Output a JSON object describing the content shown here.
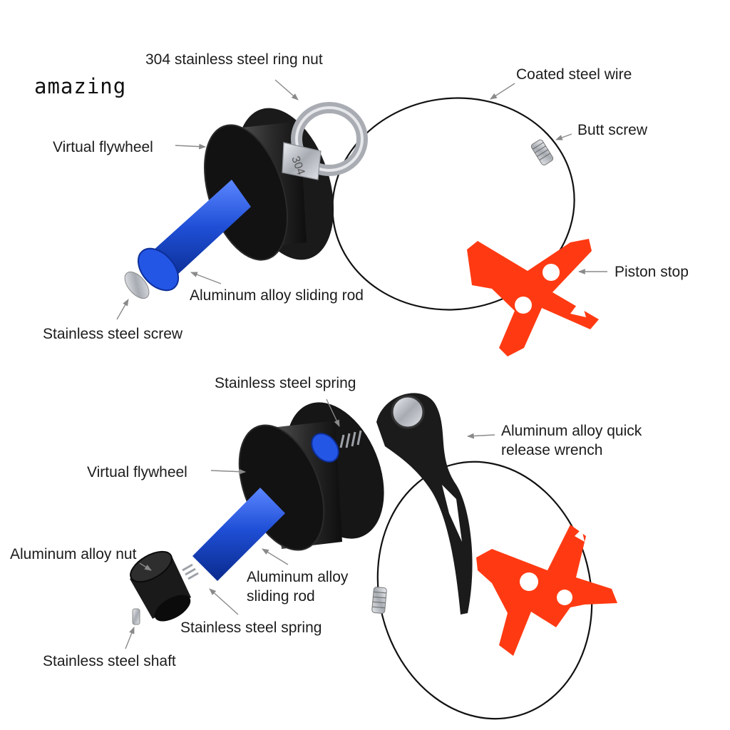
{
  "brand": "amazing",
  "colors": {
    "rod_blue": "#1f4fd6",
    "piston_stop_red": "#ff3a12",
    "flywheel_black": "#141414",
    "steel": "#b9bcc2",
    "wire": "#111111",
    "callout_arrow": "#8a8a8a"
  },
  "top": {
    "labels": {
      "ring_nut": "304 stainless steel ring nut",
      "coated_wire": "Coated steel wire",
      "butt_screw": "Butt screw",
      "flywheel": "Virtual flywheel",
      "piston_stop": "Piston stop",
      "sliding_rod": "Aluminum alloy sliding rod",
      "screw": "Stainless steel screw"
    },
    "ring_nut_engraving": "304"
  },
  "bottom": {
    "labels": {
      "spring_top": "Stainless steel spring",
      "quick_release_line1": "Aluminum alloy quick",
      "quick_release_line2": "release wrench",
      "flywheel": "Virtual flywheel",
      "nut": "Aluminum alloy nut",
      "sliding_rod_line1": "Aluminum alloy",
      "sliding_rod_line2": "sliding rod",
      "spring_bottom": "Stainless steel spring",
      "shaft": "Stainless steel shaft"
    }
  }
}
